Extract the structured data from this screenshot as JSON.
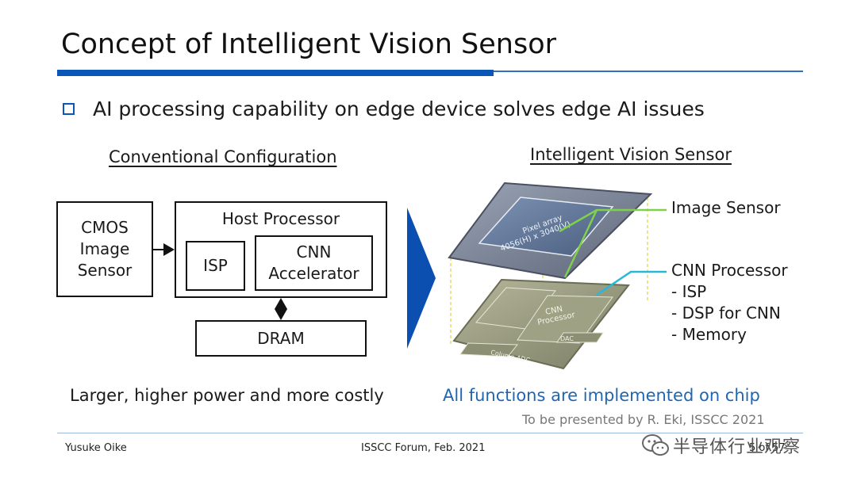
{
  "slide": {
    "title": "Concept of Intelligent Vision Sensor",
    "bullet": "AI processing capability on edge device solves edge AI issues"
  },
  "left": {
    "heading": "Conventional Configuration",
    "cmos": "CMOS\nImage\nSensor",
    "host": "Host Processor",
    "isp": "ISP",
    "cnn": "CNN\nAccelerator",
    "dram": "DRAM",
    "caption": "Larger, higher power and more costly"
  },
  "right": {
    "heading": "Intelligent Vision Sensor",
    "image_sensor": "Image Sensor",
    "cnn_processor": "CNN Processor",
    "items": [
      "-  ISP",
      "-  DSP for CNN",
      "-  Memory"
    ],
    "pixel_array": "Pixel array",
    "pixel_array_size": "4056(H) x 3040(V)",
    "chip_cnn": "CNN",
    "chip_processor": "Processor",
    "chip_dac": "DAC",
    "chip_column_adc": "Column ADC",
    "caption": "All functions are implemented on chip",
    "credit": "To be presented by R. Eki, ISSCC 2021"
  },
  "footer": {
    "author": "Yusuke Oike",
    "event": "ISSCC Forum, Feb. 2021",
    "page": "5 of 57",
    "watermark": "半导体行业观察"
  },
  "colors": {
    "accent_blue": "#0b57b7",
    "caption_blue": "#1f66b3",
    "image_sensor_line": "#7fd14a",
    "cnn_line": "#29b7d8"
  }
}
